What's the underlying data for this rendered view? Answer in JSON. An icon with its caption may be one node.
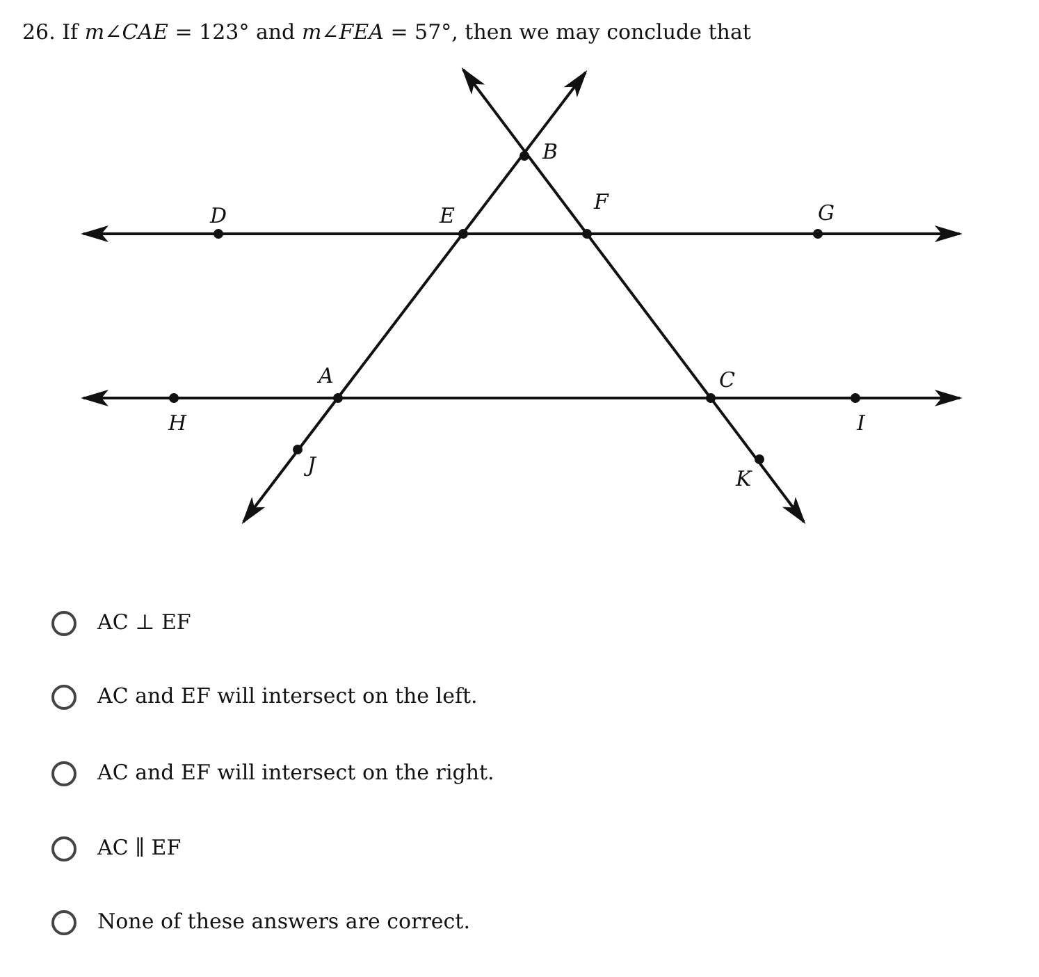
{
  "diagram": {
    "title": "26. If *m*∠*CAE* = 123° and *m*∠*FEA* = 57°,  then we may conclude that",
    "labels": [
      "B",
      "D",
      "E",
      "F",
      "G",
      "A",
      "C",
      "H",
      "I",
      "J",
      "K",
      "AC ⊥ EF",
      "AC and EF will intersect on the left.",
      "AC and EF will intersect on the right.",
      "AC ∥ EF",
      "None of these answers are correct."
    ]
  }
}
